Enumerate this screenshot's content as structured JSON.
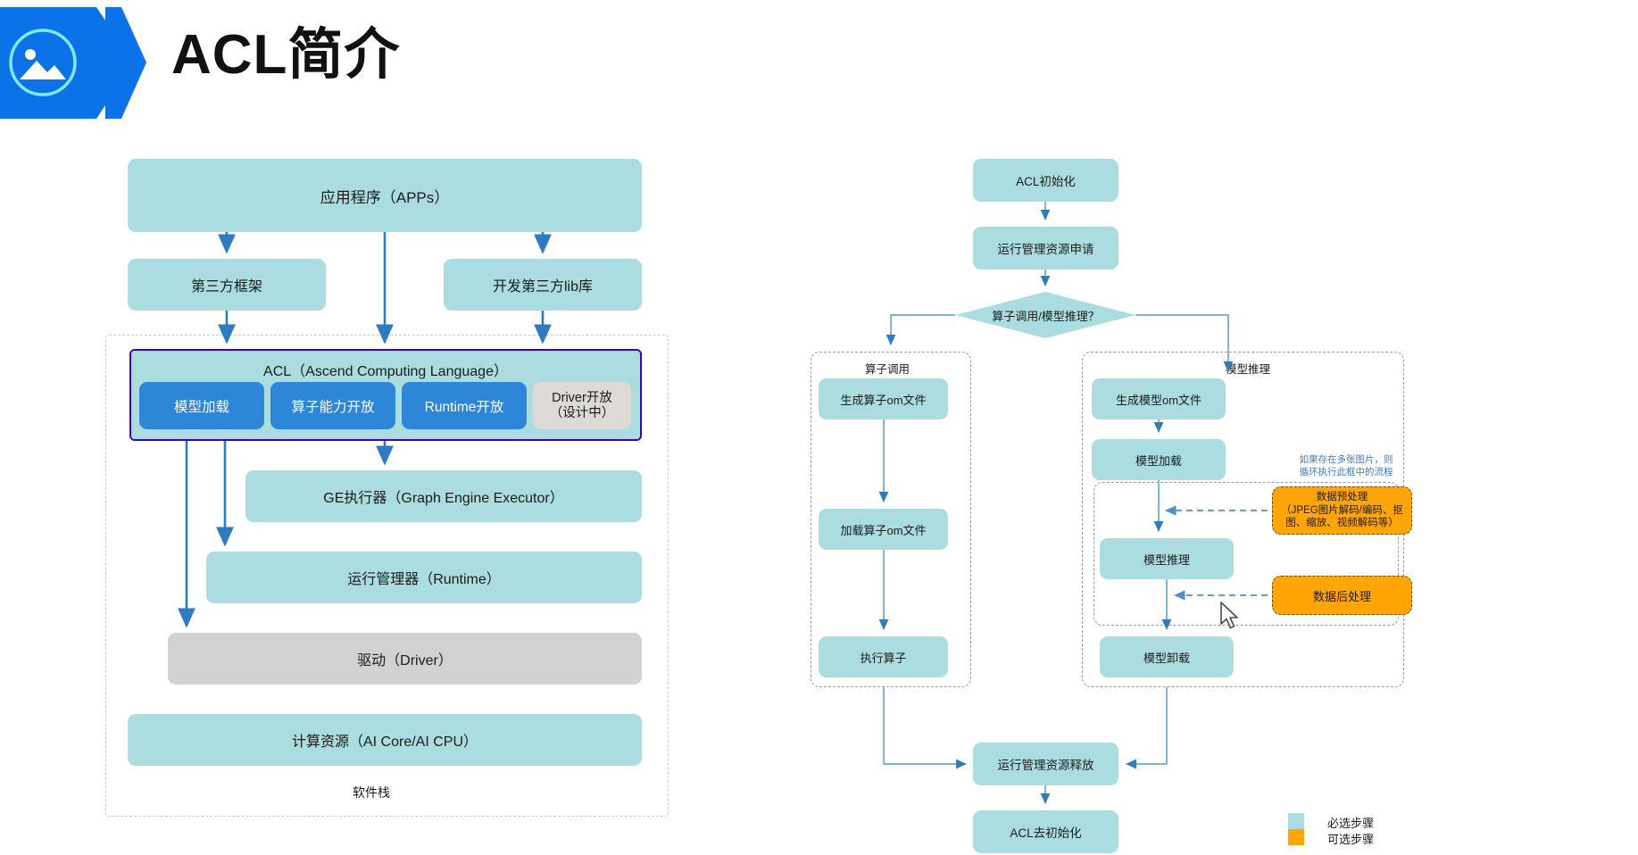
{
  "header": {
    "title": "ACL简介",
    "icon": "image-placeholder-icon",
    "accent_color": "#0B72E7"
  },
  "colors": {
    "teal": "#ABDDE0",
    "blue": "#2E86D6",
    "grey": "#D2D2D2",
    "orange": "#FFA505",
    "acl_border": "#3300CC",
    "arrow": "#2E7BBF",
    "note_text": "#3E7CC6"
  },
  "software_stack": {
    "frame_label": "软件栈",
    "apps": "应用程序（APPs）",
    "third_party_framework": "第三方框架",
    "third_party_lib": "开发第三方lib库",
    "acl_title": "ACL（Ascend Computing Language）",
    "acl_modules": [
      {
        "label": "模型加载",
        "style": "blue"
      },
      {
        "label": "算子能力开放",
        "style": "blue"
      },
      {
        "label": "Runtime开放",
        "style": "blue"
      },
      {
        "label": "Driver开放\n（设计中）",
        "style": "greyish"
      }
    ],
    "ge_executor": "GE执行器（Graph Engine Executor）",
    "runtime": "运行管理器（Runtime）",
    "driver": "驱动（Driver）",
    "compute_resource": "计算资源（AI Core/AI CPU）"
  },
  "flowchart": {
    "acl_init": "ACL初始化",
    "resource_apply": "运行管理资源申请",
    "decision": "算子调用/模型推理？",
    "operator_branch": {
      "title": "算子调用",
      "steps": [
        "生成算子om文件",
        "加载算子om文件",
        "执行算子"
      ]
    },
    "inference_branch": {
      "title": "模型推理",
      "steps_before": [
        "生成模型om文件",
        "模型加载"
      ],
      "loop_note": "如果存在多张图片，则\n循环执行此框中的流程",
      "loop_steps": [
        "模型推理"
      ],
      "optional_pre": "数据预处理\n（JPEG图片解码/编码、抠\n图、缩放、视频解码等）",
      "optional_post": "数据后处理",
      "steps_after": [
        "模型卸载"
      ]
    },
    "resource_release": "运行管理资源释放",
    "acl_deinit": "ACL去初始化"
  },
  "legend": {
    "items": [
      {
        "label": "必选步骤",
        "color": "#ABDDE0"
      },
      {
        "label": "可选步骤",
        "color": "#FFA505"
      }
    ]
  },
  "cursor": {
    "name": "mouse-pointer"
  }
}
